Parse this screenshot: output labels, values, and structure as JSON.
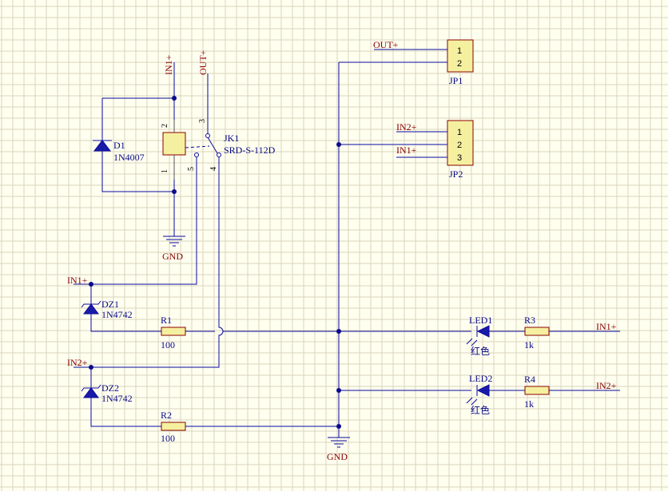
{
  "colors": {
    "background": "#fffff0",
    "grid": "#d9d4bc",
    "wire": "#0a0aa0",
    "designator": "#0a0a8a",
    "net_label": "#8b0000",
    "component_body": "#f5f0a0",
    "diode_fill": "#1a1aa8"
  },
  "relay": {
    "designator": "JK1",
    "model": "SRD-S-112D",
    "pins": {
      "coil_top": "2",
      "coil_bottom": "1",
      "com": "3",
      "nc": "5",
      "no": "4"
    }
  },
  "d1": {
    "designator": "D1",
    "model": "1N4007"
  },
  "dz1": {
    "designator": "DZ1",
    "model": "1N4742"
  },
  "dz2": {
    "designator": "DZ2",
    "model": "1N4742"
  },
  "r1": {
    "designator": "R1",
    "value": "100"
  },
  "r2": {
    "designator": "R2",
    "value": "100"
  },
  "r3": {
    "designator": "R3",
    "value": "1k"
  },
  "r4": {
    "designator": "R4",
    "value": "1k"
  },
  "led1": {
    "designator": "LED1",
    "color": "红色"
  },
  "led2": {
    "designator": "LED2",
    "color": "红色"
  },
  "jp1": {
    "designator": "JP1",
    "pins": [
      "1",
      "2"
    ]
  },
  "jp2": {
    "designator": "JP2",
    "pins": [
      "1",
      "2",
      "3"
    ]
  },
  "nets": {
    "in1_top": "IN1+",
    "out_top": "OUT+",
    "out_jp1": "OUT+",
    "in2_jp2": "IN2+",
    "in1_jp2": "IN1+",
    "in1_left": "IN1+",
    "in2_left": "IN2+",
    "in1_right": "IN1+",
    "in2_right": "IN2+",
    "gnd_relay": "GND",
    "gnd_main": "GND"
  }
}
